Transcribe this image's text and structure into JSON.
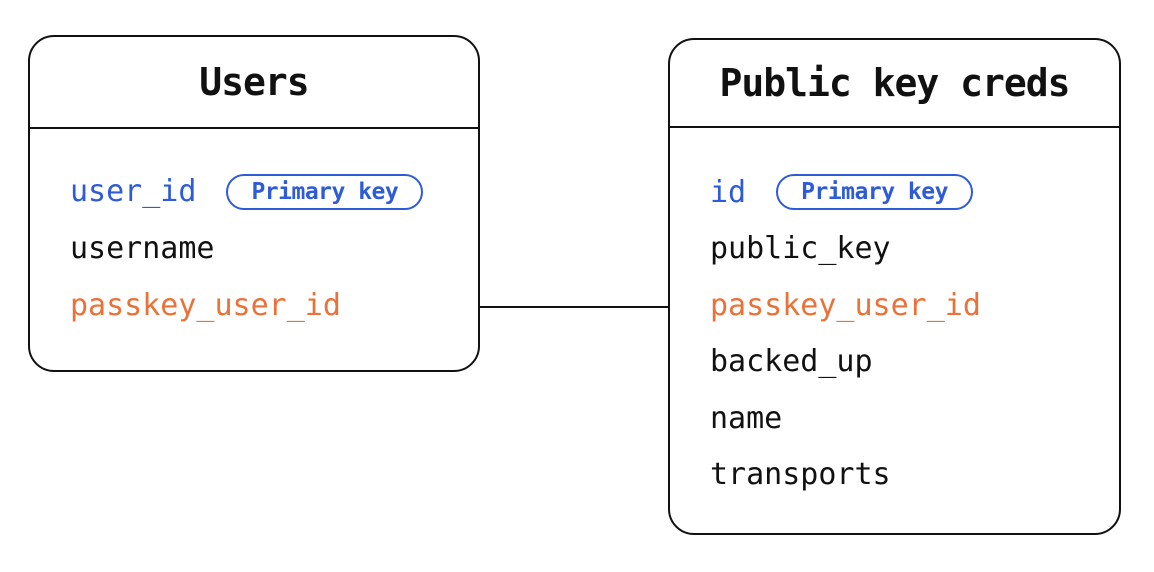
{
  "colors": {
    "accent_blue": "#2e5bd7",
    "accent_orange": "#ea7137",
    "line_black": "#111111",
    "background": "#ffffff"
  },
  "tables": {
    "users": {
      "title": "Users",
      "fields": [
        {
          "name": "user_id",
          "badge": "Primary key"
        },
        {
          "name": "username"
        },
        {
          "name": "passkey_user_id"
        }
      ]
    },
    "creds": {
      "title": "Public key creds",
      "fields": [
        {
          "name": "id",
          "badge": "Primary key"
        },
        {
          "name": "public_key"
        },
        {
          "name": "passkey_user_id"
        },
        {
          "name": "backed_up"
        },
        {
          "name": "name"
        },
        {
          "name": "transports"
        }
      ]
    }
  },
  "relation": {
    "from_table": "Users",
    "from_field": "passkey_user_id",
    "to_table": "Public key creds",
    "to_field": "passkey_user_id"
  }
}
